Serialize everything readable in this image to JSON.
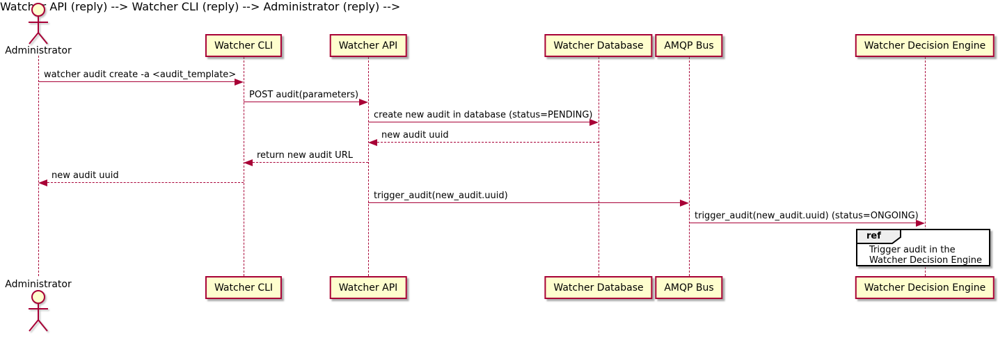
{
  "colors": {
    "line": "#A80036",
    "participant_fill": "#FEFECE",
    "participant_border": "#A80036",
    "text": "#000000",
    "ref_border": "#000000",
    "ref_label_fill": "#EEEEEE",
    "background": "#FFFFFF"
  },
  "actor": {
    "label": "Administrator"
  },
  "participants": [
    {
      "label": "Watcher CLI"
    },
    {
      "label": "Watcher API"
    },
    {
      "label": "Watcher Database"
    },
    {
      "label": "AMQP Bus"
    },
    {
      "label": "Watcher Decision Engine"
    }
  ],
  "messages": [
    {
      "text": "watcher audit create -a <audit_template>",
      "from": "Administrator",
      "to": "Watcher CLI",
      "line": "solid"
    },
    {
      "text": "POST audit(parameters)",
      "from": "Watcher CLI",
      "to": "Watcher API",
      "line": "solid"
    },
    {
      "text": "create new audit in database (status=PENDING)",
      "from": "Watcher API",
      "to": "Watcher Database",
      "line": "solid"
    },
    {
      "text": "new audit uuid",
      "from": "Watcher Database",
      "to": "Watcher API",
      "line": "dashed"
    },
    {
      "text": "return new audit URL",
      "from": "Watcher API",
      "to": "Watcher CLI",
      "line": "dashed"
    },
    {
      "text": "new audit uuid",
      "from": "Watcher CLI",
      "to": "Administrator",
      "line": "dashed"
    },
    {
      "text": "trigger_audit(new_audit.uuid)",
      "from": "Watcher API",
      "to": "AMQP Bus",
      "line": "solid"
    },
    {
      "text": "trigger_audit(new_audit.uuid) (status=ONGOING)",
      "from": "AMQP Bus",
      "to": "Watcher Decision Engine",
      "line": "solid"
    }
  ],
  "ref_fragment": {
    "keyword": "ref",
    "lines": [
      "Trigger audit in the",
      "Watcher Decision Engine"
    ]
  }
}
